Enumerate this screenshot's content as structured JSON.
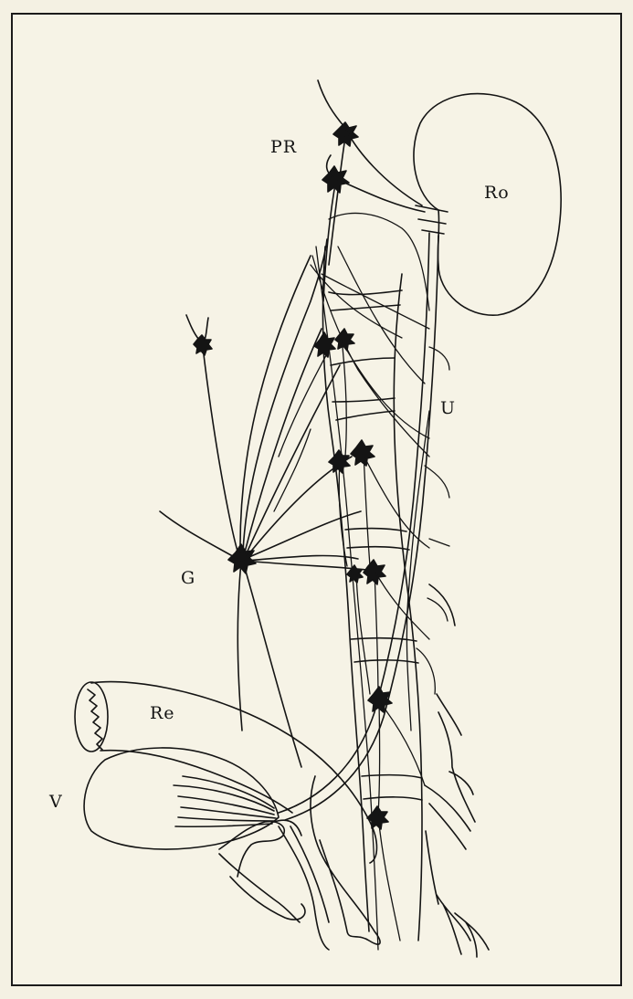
{
  "labels": {
    "pr": "PR",
    "ro": "Ro",
    "u": "U",
    "g": "G",
    "re": "Re",
    "v": "V"
  },
  "colors": {
    "ink": "#141414",
    "paper": "#f6f3e6"
  }
}
